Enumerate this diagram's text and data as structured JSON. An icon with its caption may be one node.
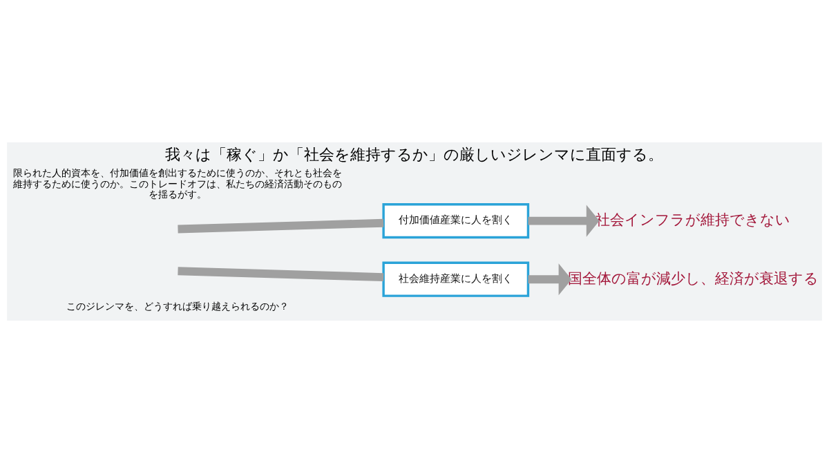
{
  "diagram": {
    "title": "我々は「稼ぐ」か「社会を維持するか」の厳しいジレンマに直面する。",
    "nodes": [
      {
        "text": [
          "付加価値産業に人を割く"
        ]
      },
      {
        "text": [
          "社会維持産業に人を割く"
        ]
      },
      {
        "text": [
          "社会インフラが維持できない"
        ]
      },
      {
        "text": [
          "国全体の富が減少し、経済が衰退する"
        ]
      }
    ],
    "edges": [
      {
        "from": null,
        "to": 0,
        "arrow": "none"
      },
      {
        "from": null,
        "to": 1,
        "arrow": "none"
      },
      {
        "from": 0,
        "to": 2,
        "arrow": "to"
      },
      {
        "from": 1,
        "to": 3,
        "arrow": "to"
      }
    ],
    "labels": [
      "限られた人的資本を、付加価値を創出するために使うのか、それとも社会を維持するために使うのか。このトレードオフは、私たちの経済活動そのものを揺るがす。",
      "このジレンマを、どうすれば乗り越えられるのか？"
    ]
  }
}
